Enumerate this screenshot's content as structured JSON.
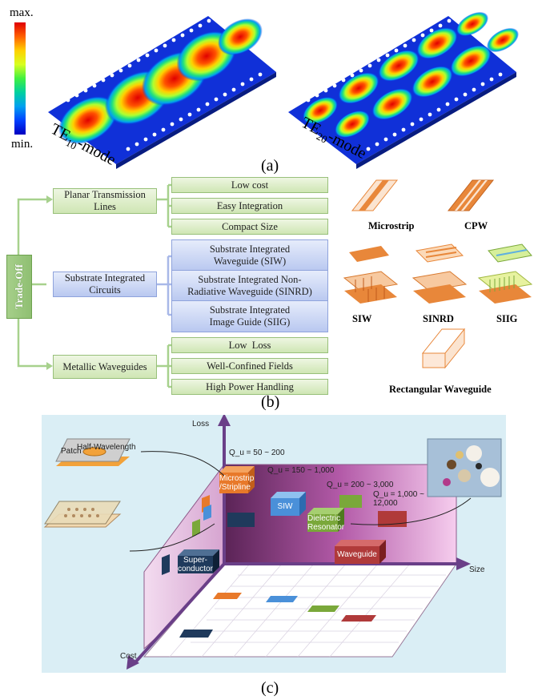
{
  "panel_a": {
    "caption": "(a)",
    "legend_max": "max.",
    "legend_min": "min.",
    "mode1_label": "TE10-mode",
    "mode2_label": "TE20-mode",
    "mode1_main": "TE",
    "mode1_sub": "10",
    "mode1_suffix": "-mode",
    "mode2_main": "TE",
    "mode2_sub": "20",
    "mode2_suffix": "-mode"
  },
  "panel_b": {
    "caption": "(b)",
    "root": "Trade-Off",
    "categories": [
      {
        "label": "Planar Transmission Lines",
        "items": [
          "Low cost",
          "Easy Integration",
          "Compact Size"
        ]
      },
      {
        "label": "Substrate Integrated Circuits",
        "items": [
          "Substrate Integrated Waveguide (SIW)",
          "Substrate Integrated Non-Radiative Waveguide (SINRD)",
          "Substrate Integrated Image Guide (SIIG)"
        ]
      },
      {
        "label": "Metallic Waveguides",
        "items": [
          "Low  Loss",
          "Well-Confined Fields",
          "High Power Handling"
        ]
      }
    ],
    "structure_labels": [
      "Microstrip",
      "CPW",
      "SIW",
      "SINRD",
      "SIIG",
      "Rectangular Waveguide"
    ]
  },
  "panel_c": {
    "caption": "(c)",
    "axis_loss": "Loss",
    "axis_size": "Size",
    "axis_cost": "Cost",
    "inset_half_wavelength": "Half-Wavelength",
    "inset_patch": "Patch",
    "technologies": [
      {
        "label": "Microstrip /Stripline",
        "q": "Q_u = 50 ~ 200",
        "color": "#e8792a"
      },
      {
        "label": "SIW",
        "q": "Q_u = 150 ~ 1,000",
        "color": "#4a90d9"
      },
      {
        "label": "Dielectric Resonator",
        "q": "Q_u = 200 ~ 3,000",
        "color": "#7aa83a"
      },
      {
        "label": "Waveguide",
        "q": "Q_u = 1,000 ~ 12,000",
        "color": "#b03a3a"
      },
      {
        "label": "Super- conductor",
        "q": "",
        "color": "#1f3a5c"
      }
    ]
  }
}
